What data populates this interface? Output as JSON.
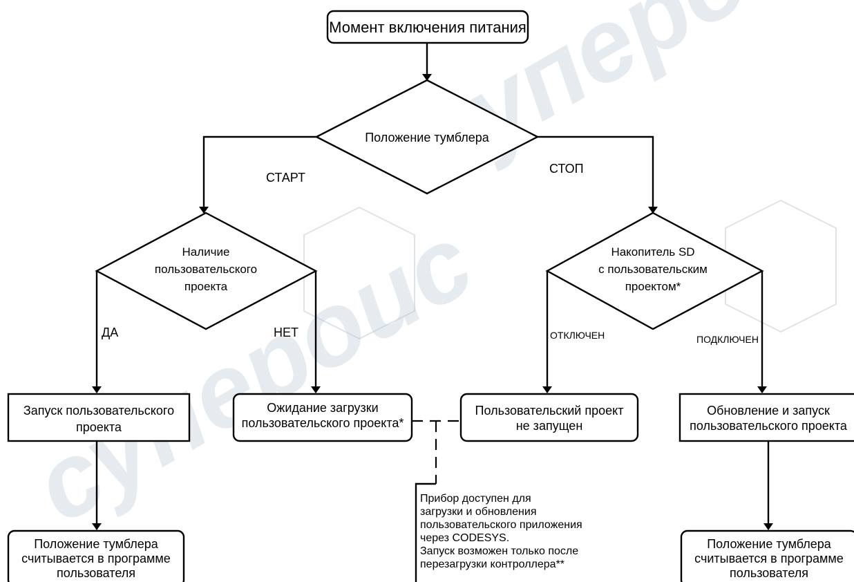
{
  "nodes": {
    "start": {
      "lines": [
        "Момент включения питания"
      ]
    },
    "switch_decision": {
      "lines": [
        "Положение тумблера"
      ]
    },
    "project_decision": {
      "lines": [
        "Наличие",
        "пользовательского",
        "проекта"
      ]
    },
    "sd_decision": {
      "lines": [
        "Накопитель SD",
        "с пользовательским",
        "проектом*"
      ]
    },
    "run_project": {
      "lines": [
        "Запуск пользовательского",
        "проекта"
      ]
    },
    "wait_load": {
      "lines": [
        "Ожидание загрузки",
        "пользовательского проекта*"
      ]
    },
    "not_started": {
      "lines": [
        "Пользовательский проект",
        "не запущен"
      ]
    },
    "update_run": {
      "lines": [
        "Обновление и запуск",
        "пользовательского проекта"
      ]
    },
    "read_left": {
      "lines": [
        "Положение тумблера",
        "считывается в программе",
        "пользователя"
      ]
    },
    "read_right": {
      "lines": [
        "Положение тумблера",
        "считывается в программе",
        "пользователя"
      ]
    },
    "note": {
      "lines": [
        "Прибор доступен для",
        "загрузки и обновления",
        "пользовательского приложения",
        "через CODESYS.",
        "Запуск возможен только после",
        "перезагрузки контроллера**"
      ]
    }
  },
  "edge_labels": {
    "start_branch": "СТАРТ",
    "stop_branch": "СТОП",
    "yes": "ДА",
    "no": "НЕТ",
    "disconnected": "ОТКЛЮЧЕН",
    "connected": "ПОДКЛЮЧЕН"
  },
  "watermark": {
    "text": "супероис",
    "color": "#b8c8d6"
  }
}
